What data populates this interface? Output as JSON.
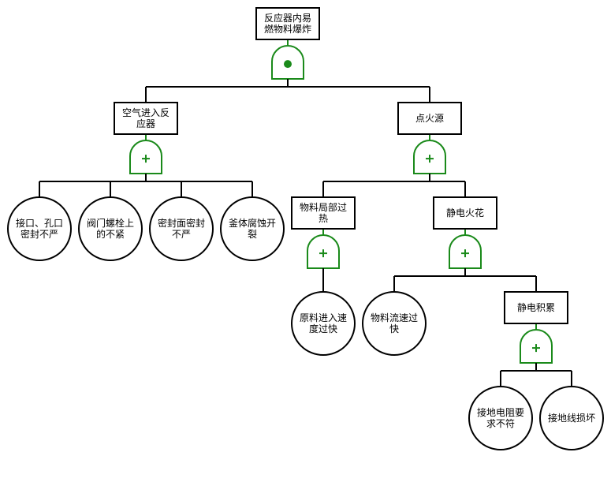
{
  "diagram": {
    "type": "fault-tree",
    "colors": {
      "line": "#000000",
      "gate": "#1a8a1a",
      "box_fill": "#ffffff"
    },
    "nodes": [
      {
        "id": "top",
        "kind": "event",
        "lines": [
          "反应器内易",
          "燃物料爆炸"
        ],
        "gate": "and"
      },
      {
        "id": "air",
        "kind": "event",
        "lines": [
          "空气进入反",
          "应器"
        ],
        "gate": "or"
      },
      {
        "id": "ign",
        "kind": "event",
        "lines": [
          "点火源"
        ],
        "gate": "or"
      },
      {
        "id": "b1",
        "kind": "basic",
        "lines": [
          "接口、孔口",
          "密封不严"
        ]
      },
      {
        "id": "b2",
        "kind": "basic",
        "lines": [
          "阀门螺栓上",
          "的不紧"
        ]
      },
      {
        "id": "b3",
        "kind": "basic",
        "lines": [
          "密封面密封",
          "不严"
        ]
      },
      {
        "id": "b4",
        "kind": "basic",
        "lines": [
          "釜体腐蚀开",
          "裂"
        ]
      },
      {
        "id": "heat",
        "kind": "event",
        "lines": [
          "物料局部过",
          "热"
        ],
        "gate": "or"
      },
      {
        "id": "spark",
        "kind": "event",
        "lines": [
          "静电火花"
        ],
        "gate": "or"
      },
      {
        "id": "b5",
        "kind": "basic",
        "lines": [
          "原料进入速",
          "度过快"
        ]
      },
      {
        "id": "b6",
        "kind": "basic",
        "lines": [
          "物料流速过",
          "快"
        ]
      },
      {
        "id": "accum",
        "kind": "event",
        "lines": [
          "静电积累"
        ],
        "gate": "or"
      },
      {
        "id": "b7",
        "kind": "basic",
        "lines": [
          "接地电阻要",
          "求不符"
        ]
      },
      {
        "id": "b8",
        "kind": "basic",
        "lines": [
          "接地线损坏"
        ]
      }
    ],
    "edges": [
      [
        "top",
        "air"
      ],
      [
        "top",
        "ign"
      ],
      [
        "air",
        "b1"
      ],
      [
        "air",
        "b2"
      ],
      [
        "air",
        "b3"
      ],
      [
        "air",
        "b4"
      ],
      [
        "ign",
        "heat"
      ],
      [
        "ign",
        "spark"
      ],
      [
        "heat",
        "b5"
      ],
      [
        "spark",
        "b6"
      ],
      [
        "spark",
        "accum"
      ],
      [
        "accum",
        "b7"
      ],
      [
        "accum",
        "b8"
      ]
    ],
    "gate_symbols": {
      "and": "dot",
      "or": "+"
    }
  }
}
